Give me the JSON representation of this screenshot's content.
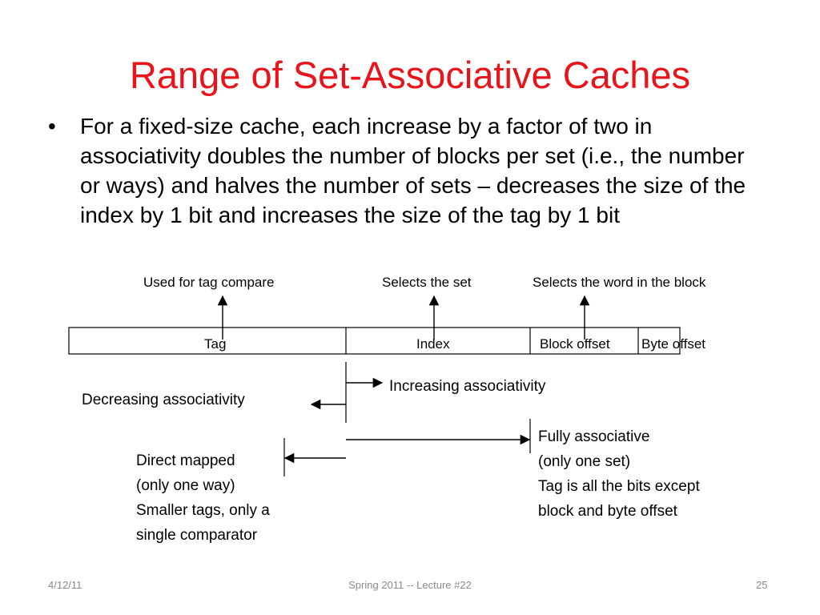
{
  "slide": {
    "title": "Range of Set-Associative Caches",
    "bullet": "For a fixed-size cache, each increase by a factor of two in associativity doubles the number of blocks per set (i.e., the number or ways) and halves the number of sets – decreases the size of the index by 1 bit and increases the size of the tag by 1 bit"
  },
  "diagram": {
    "annotations": {
      "tag_compare": "Used for tag compare",
      "selects_set": "Selects the set",
      "selects_word": "Selects the word in the block"
    },
    "fields": {
      "tag": "Tag",
      "index": "Index",
      "block_offset": "Block offset",
      "byte_offset": "Byte offset"
    },
    "increasing": "Increasing associativity",
    "decreasing": "Decreasing associativity",
    "direct_mapped": "Direct mapped\n(only one way)\nSmaller tags, only a\nsingle comparator",
    "fully_associative": "Fully associative\n(only one set)\nTag is all the bits except\nblock and byte offset"
  },
  "footer": {
    "date": "4/12/11",
    "course": "Spring 2011 -- Lecture #22",
    "page": "25"
  }
}
